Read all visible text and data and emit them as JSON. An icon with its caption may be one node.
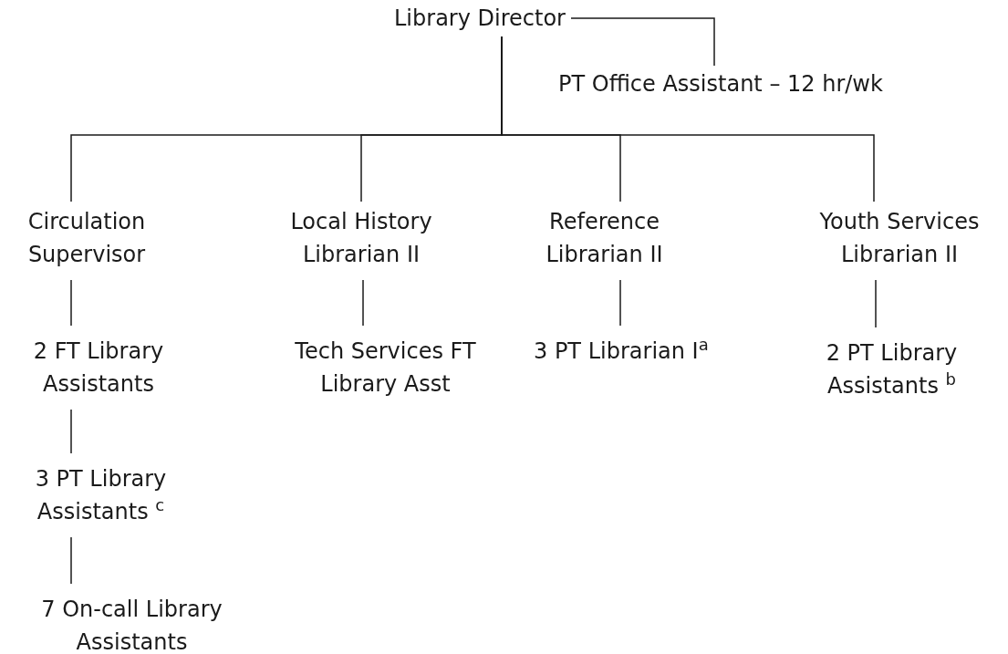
{
  "diagram": {
    "nodes": [
      {
        "text": [
          "Library Director"
        ]
      },
      {
        "text": [
          "PT Office Assistant – 12 hr/wk"
        ]
      },
      {
        "text": [
          "Circulation Supervisor"
        ]
      },
      {
        "text": [
          "Local History Librarian II"
        ]
      },
      {
        "text": [
          "Reference Librarian II"
        ]
      },
      {
        "text": [
          "Youth Services Librarian II"
        ]
      },
      {
        "text": [
          "2 FT Library Assistants"
        ]
      },
      {
        "text": [
          "Tech Services FT Library Asst"
        ]
      },
      {
        "text": [
          "3 PT Librarian I$^{a}$"
        ]
      },
      {
        "text": [
          "2 PT Library Assistants $^{b}$"
        ]
      },
      {
        "text": [
          "3 PT Library Assistants $^{c}$"
        ]
      },
      {
        "text": [
          "7 On-call Library Assistants"
        ]
      }
    ],
    "edges": [
      {
        "from": 0,
        "to": 1,
        "arrow": "none"
      },
      {
        "from": 0,
        "to": 2,
        "arrow": "none"
      },
      {
        "from": 0,
        "to": 3,
        "arrow": "none"
      },
      {
        "from": 0,
        "to": 4,
        "arrow": "none"
      },
      {
        "from": 0,
        "to": 5,
        "arrow": "none"
      },
      {
        "from": 2,
        "to": 6,
        "arrow": "none"
      },
      {
        "from": 3,
        "to": 7,
        "arrow": "none"
      },
      {
        "from": 4,
        "to": 8,
        "arrow": "none"
      },
      {
        "from": 5,
        "to": 9,
        "arrow": "none"
      },
      {
        "from": 6,
        "to": 10,
        "arrow": "none"
      },
      {
        "from": 10,
        "to": 11,
        "arrow": "none"
      }
    ]
  }
}
